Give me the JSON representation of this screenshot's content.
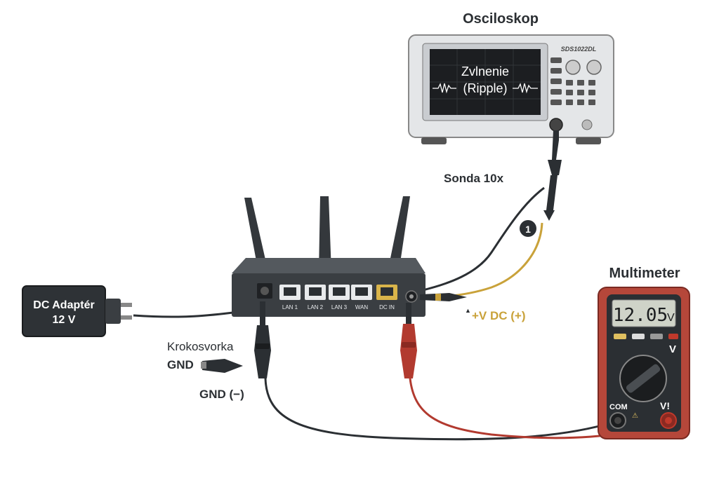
{
  "oscilloscope": {
    "title": "Osciloskop",
    "model": "SDS1022DL",
    "screen_line1": "Zvlnenie",
    "screen_line2": "(Ripple)"
  },
  "probe": {
    "label": "Sonda 10x",
    "marker": "1"
  },
  "adapter": {
    "line1": "DC Adaptér",
    "line2": "12 V"
  },
  "router": {
    "ports": [
      "LAN 1",
      "LAN 2",
      "LAN 3",
      "WAN"
    ],
    "dc_in": "DC IN"
  },
  "labels": {
    "positive": "+V DC (+)",
    "clip_line1": "Krokosvorka",
    "clip_line2": "GND",
    "gnd": "GND (−)"
  },
  "multimeter": {
    "title": "Multimeter",
    "reading": "12.05",
    "unit": "V",
    "dial_v": "V",
    "com": "COM",
    "vj": "V!"
  },
  "colors": {
    "dark": "#2b2f33",
    "probe_yellow": "#c9a23a",
    "lead_red": "#b23a2f",
    "meter_body": "#b5473a",
    "dc_in_port": "#d9b44a"
  }
}
